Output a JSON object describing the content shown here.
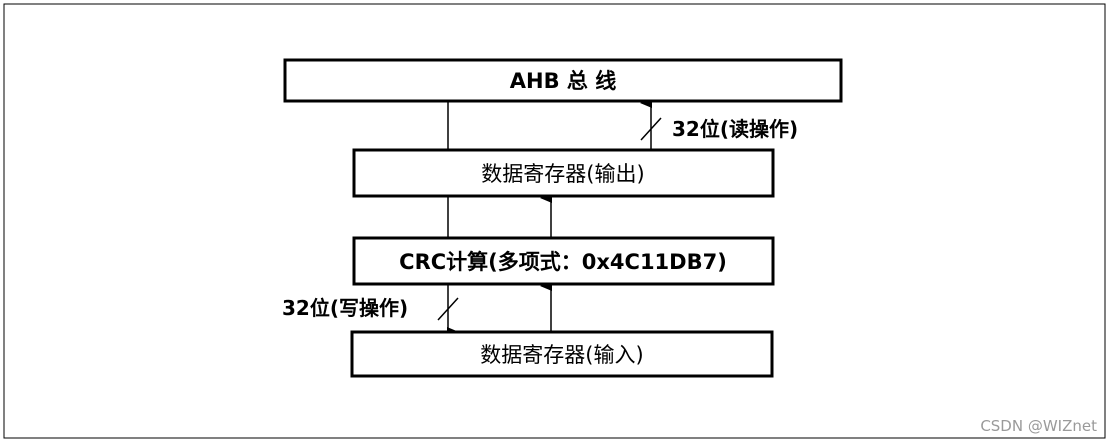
{
  "boxes": {
    "ahb_bus": "AHB 总 线",
    "data_register_output": "数据寄存器(输出)",
    "crc_calculation": "CRC计算(多项式：0x4C11DB7)",
    "data_register_input": "数据寄存器(输入)"
  },
  "annotations": {
    "read_width": "32位(读操作)",
    "write_width": "32位(写操作)"
  },
  "watermark": "CSDN @WIZnet"
}
